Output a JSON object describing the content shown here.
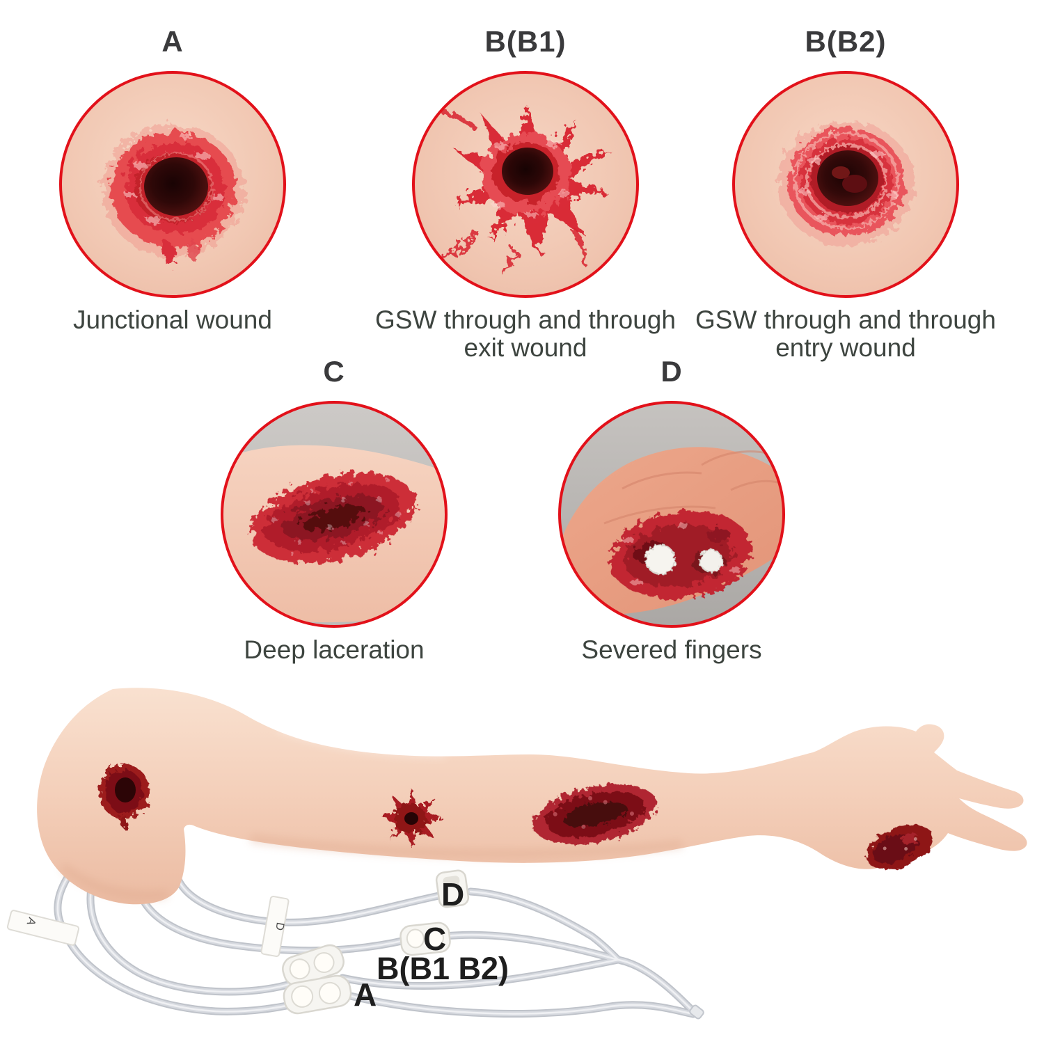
{
  "colors": {
    "circle_border": "#e2111a",
    "label_text": "#3a3a3c",
    "caption_text": "#3d443f",
    "arm_label_text": "#1e1e1e"
  },
  "figures": [
    {
      "label": "A",
      "caption_line1": "Junctional wound",
      "caption_line2": ""
    },
    {
      "label": "B(B1)",
      "caption_line1": "GSW through and through",
      "caption_line2": "exit wound"
    },
    {
      "label": "B(B2)",
      "caption_line1": "GSW through and through",
      "caption_line2": "entry wound"
    },
    {
      "label": "C",
      "caption_line1": "Deep laceration",
      "caption_line2": ""
    },
    {
      "label": "D",
      "caption_line1": "Severed fingers",
      "caption_line2": ""
    }
  ],
  "arm_diagram": {
    "tube_labels": [
      {
        "text": "D"
      },
      {
        "text": "C"
      },
      {
        "text": "B(B1 B2)"
      },
      {
        "text": "A"
      }
    ],
    "tube_tags": [
      {
        "text": "A"
      },
      {
        "text": "D"
      }
    ]
  }
}
